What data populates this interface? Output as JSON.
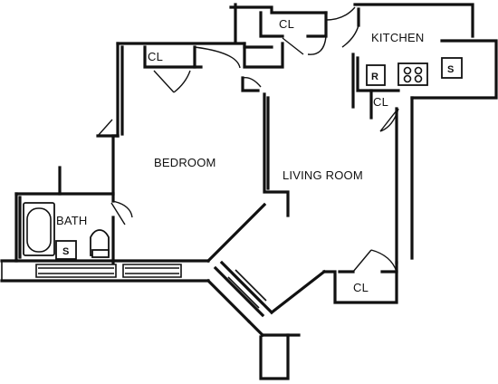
{
  "rooms": {
    "kitchen": "KITCHEN",
    "bedroom": "BEDROOM",
    "living_room": "LIVING ROOM",
    "bath": "BATH",
    "closet_top": "CL",
    "closet_bedroom": "CL",
    "closet_kitchen": "CL",
    "closet_living": "CL"
  },
  "fixtures": {
    "bath_sink": "S",
    "kitchen_sink": "S",
    "range": "R"
  }
}
